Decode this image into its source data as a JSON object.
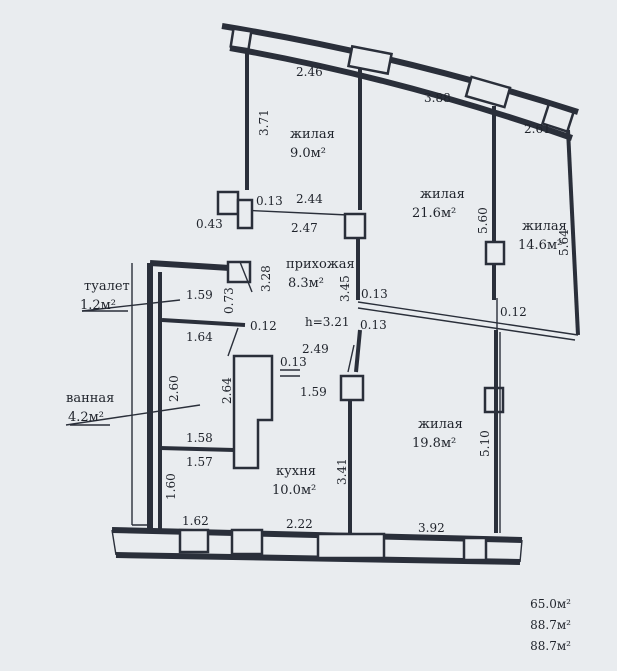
{
  "rooms": {
    "bedroom_small": {
      "name": "жилая",
      "area": "9.0м²"
    },
    "living_large": {
      "name": "жилая",
      "area": "21.6м²"
    },
    "bedroom_right": {
      "name": "жилая",
      "area": "14.6м²"
    },
    "hallway": {
      "name": "прихожая",
      "area": "8.3м²"
    },
    "toilet": {
      "name": "туалет",
      "area": "1.2м²"
    },
    "bathroom": {
      "name": "ванная",
      "area": "4.2м²"
    },
    "kitchen": {
      "name": "кухня",
      "area": "10.0м²"
    },
    "bedroom_bottom": {
      "name": "жилая",
      "area": "19.8м²"
    }
  },
  "dimensions": {
    "top_left": "2.46",
    "top_mid": "3.88",
    "top_right": "2.61",
    "bedroom_small_height": "3.71",
    "wall_013_a": "0.13",
    "width_244": "2.44",
    "width_247": "2.47",
    "niche_043": "0.43",
    "height_560": "5.60",
    "height_564": "5.64",
    "hall_328": "3.28",
    "hall_345": "3.45",
    "wall_013_b": "0.13",
    "ceiling": "h=3.21",
    "wall_013_c": "0.13",
    "wall_012_right": "0.12",
    "toilet_159": "1.59",
    "toilet_073": "0.73",
    "toilet_164": "1.64",
    "wall_012_left": "0.12",
    "hall_249": "2.49",
    "wall_013_d": "0.13",
    "kitchen_159": "1.59",
    "bath_260": "2.60",
    "kitchen_264": "2.64",
    "bath_158": "1.58",
    "kitchen_157": "1.57",
    "kitchen_341": "3.41",
    "bedroom_510": "5.10",
    "side_160": "1.60",
    "bottom_162": "1.62",
    "bottom_222": "2.22",
    "bottom_392": "3.92"
  },
  "totals": [
    "65.0м²",
    "88.7м²",
    "88.7м²"
  ]
}
